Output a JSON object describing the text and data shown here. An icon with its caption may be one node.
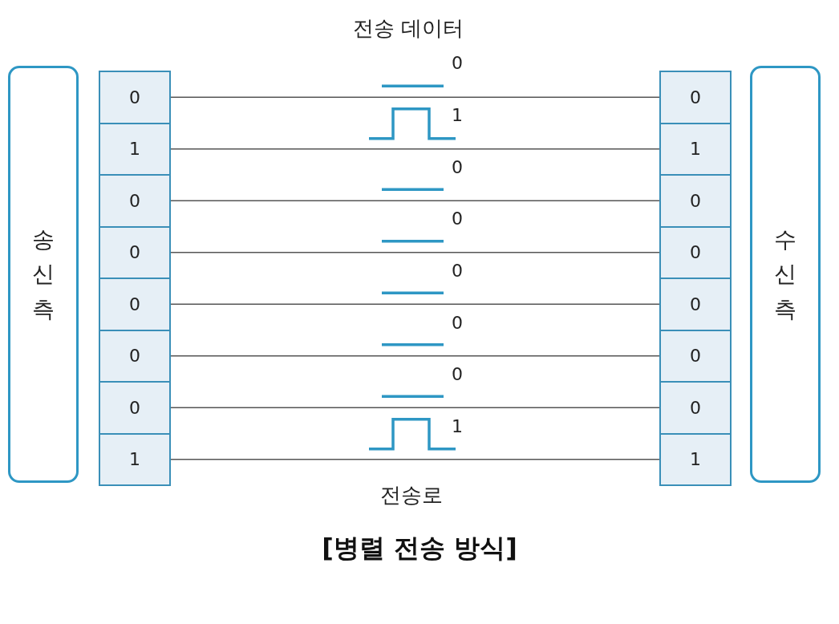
{
  "diagram": {
    "caption": "[병렬 전송 방식]",
    "nodes": [
      {
        "text": [
          "송신측"
        ]
      },
      {
        "text": [
          "0"
        ]
      },
      {
        "text": [
          "1"
        ]
      },
      {
        "text": [
          "0"
        ]
      },
      {
        "text": [
          "0"
        ]
      },
      {
        "text": [
          "0"
        ]
      },
      {
        "text": [
          "0"
        ]
      },
      {
        "text": [
          "0"
        ]
      },
      {
        "text": [
          "1"
        ]
      },
      {
        "text": [
          "수신측"
        ]
      },
      {
        "text": [
          "0"
        ]
      },
      {
        "text": [
          "1"
        ]
      },
      {
        "text": [
          "0"
        ]
      },
      {
        "text": [
          "0"
        ]
      },
      {
        "text": [
          "0"
        ]
      },
      {
        "text": [
          "0"
        ]
      },
      {
        "text": [
          "0"
        ]
      },
      {
        "text": [
          "1"
        ]
      }
    ],
    "edges": [
      {
        "from": 1,
        "to": 10,
        "arrow": "none"
      },
      {
        "from": 2,
        "to": 11,
        "arrow": "none"
      },
      {
        "from": 3,
        "to": 12,
        "arrow": "none"
      },
      {
        "from": 4,
        "to": 13,
        "arrow": "none"
      },
      {
        "from": 5,
        "to": 14,
        "arrow": "none"
      },
      {
        "from": 6,
        "to": 15,
        "arrow": "none"
      },
      {
        "from": 7,
        "to": 16,
        "arrow": "none"
      },
      {
        "from": 8,
        "to": 17,
        "arrow": "none"
      }
    ],
    "labels": [
      "전송 데이터",
      "0",
      "1",
      "0",
      "0",
      "0",
      "0",
      "0",
      "1",
      "전송로"
    ]
  }
}
